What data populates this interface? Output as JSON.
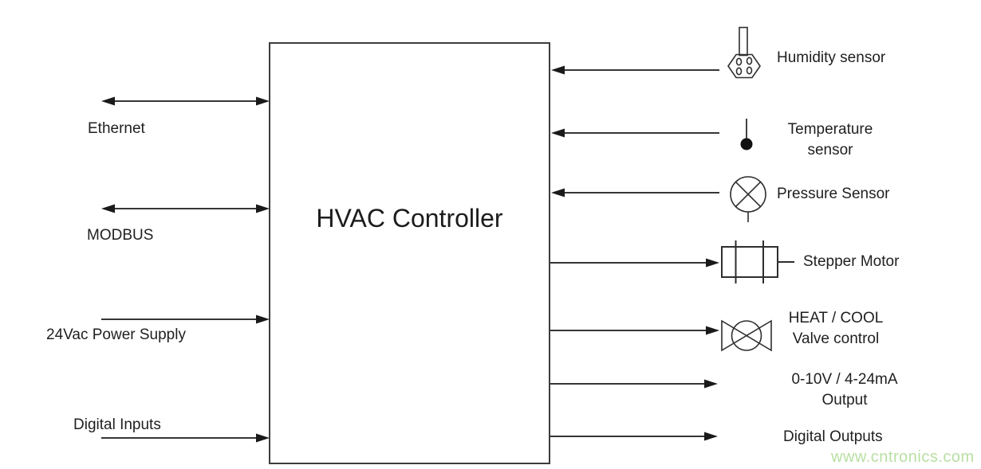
{
  "diagram": {
    "controller": {
      "title": "HVAC Controller"
    },
    "left_connections": [
      {
        "label": "Ethernet",
        "direction": "bidirectional"
      },
      {
        "label": "MODBUS",
        "direction": "bidirectional"
      },
      {
        "label": "24Vac Power Supply",
        "direction": "in"
      },
      {
        "label": "Digital Inputs",
        "direction": "in"
      }
    ],
    "right_connections": [
      {
        "label_line1": "Humidity sensor",
        "label_line2": "",
        "direction": "in",
        "icon": "humidity-sensor-icon"
      },
      {
        "label_line1": "Temperature",
        "label_line2": "sensor",
        "direction": "in",
        "icon": "temperature-sensor-icon"
      },
      {
        "label_line1": "Pressure Sensor",
        "label_line2": "",
        "direction": "in",
        "icon": "pressure-sensor-icon"
      },
      {
        "label_line1": "Stepper Motor",
        "label_line2": "",
        "direction": "out",
        "icon": "stepper-motor-icon"
      },
      {
        "label_line1": "HEAT / COOL",
        "label_line2": "Valve control",
        "direction": "out",
        "icon": "valve-icon"
      },
      {
        "label_line1": "0-10V / 4-24mA",
        "label_line2": "Output",
        "direction": "out",
        "icon": ""
      },
      {
        "label_line1": "Digital Outputs",
        "label_line2": "",
        "direction": "out",
        "icon": ""
      }
    ],
    "watermark": "www.cntronics.com",
    "colors": {
      "line": "#1a1a1a",
      "box_border": "#3d3d3d",
      "text": "#1f1f1f",
      "watermark": "#b9dfa4",
      "background": "#ffffff"
    }
  }
}
